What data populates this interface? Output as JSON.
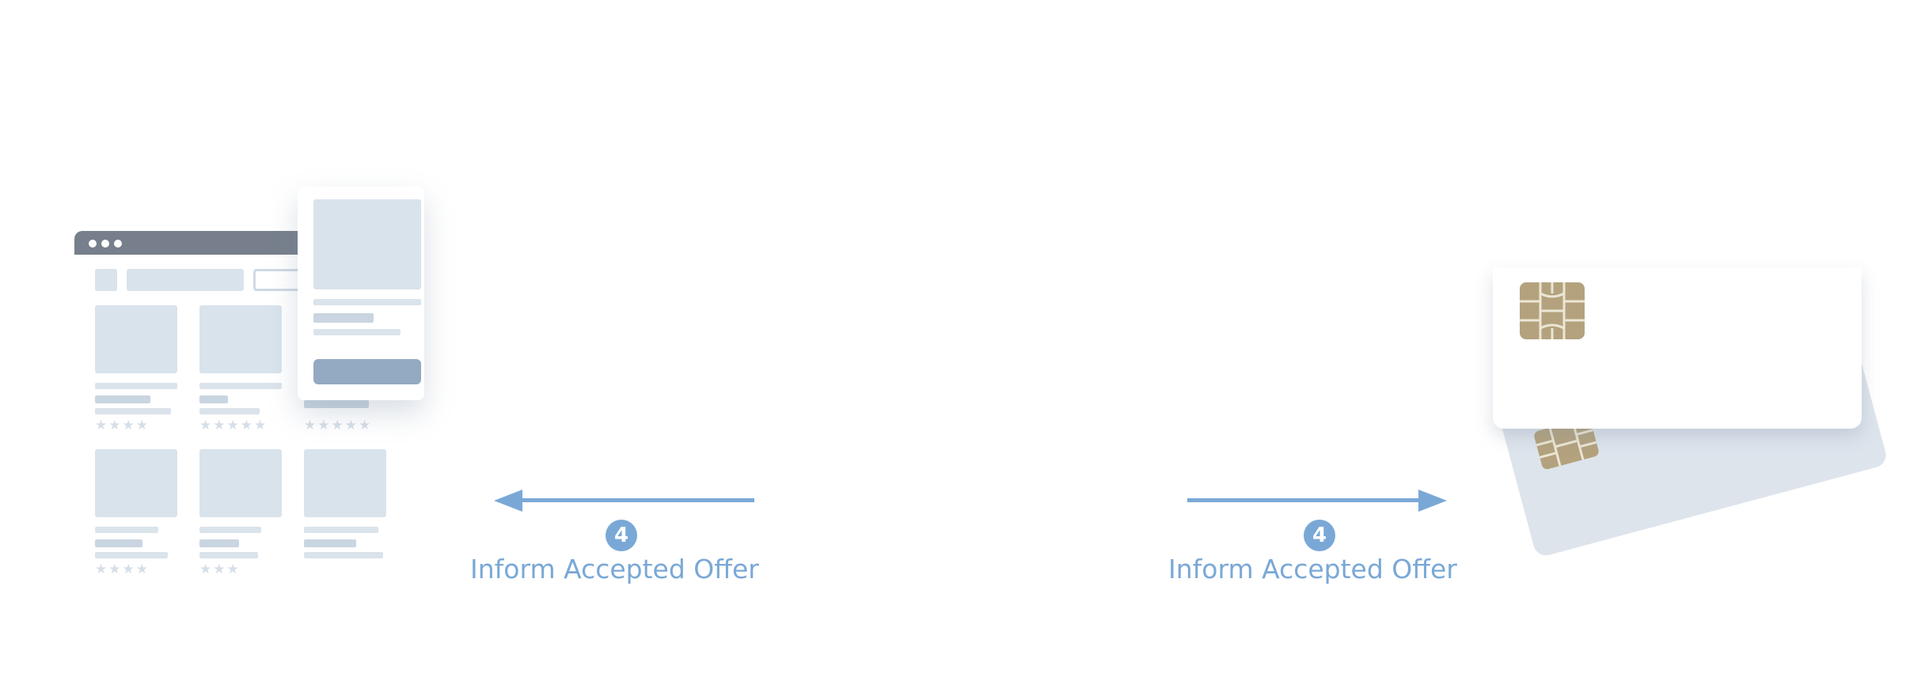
{
  "diagram": {
    "step_number": "4",
    "left_step": {
      "number": "4",
      "label": "Inform Accepted Offer",
      "arrow_direction": "left"
    },
    "right_step": {
      "number": "4",
      "label": "Inform Accepted Offer",
      "arrow_direction": "right"
    },
    "left_illustration": "browser-storefront",
    "right_illustration": "payment-cards"
  },
  "colors": {
    "accent_blue": "#7aa8d6",
    "placeholder": "#d9e3ec",
    "titlebar": "#767f8b",
    "chip_gold": "#b3a27d",
    "card_back": "#dde4ec"
  },
  "icons": {
    "window_dots": "window-controls-icon",
    "star": "star-icon",
    "chip": "chip-icon"
  }
}
